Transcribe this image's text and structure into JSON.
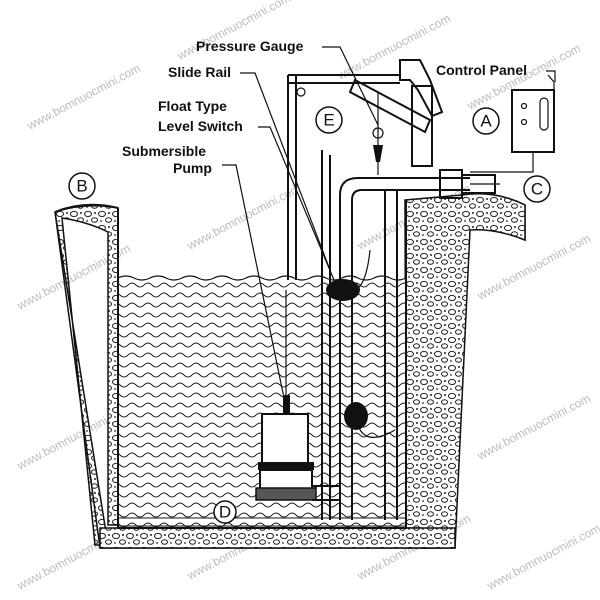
{
  "labels": {
    "pressure_gauge": "Pressure Gauge",
    "slide_rail": "Slide Rail",
    "float_line1": "Float Type",
    "float_line2": "Level Switch",
    "pump_line1": "Submersible",
    "pump_line2": "Pump",
    "control_panel": "Control Panel"
  },
  "markers": {
    "a": "A",
    "b": "B",
    "c": "C",
    "d": "D",
    "e": "E"
  },
  "watermark": "www.bomnuocmini.com",
  "colors": {
    "ink": "#111111",
    "water": "#ffffff",
    "watermark": "#bdbdbd"
  }
}
